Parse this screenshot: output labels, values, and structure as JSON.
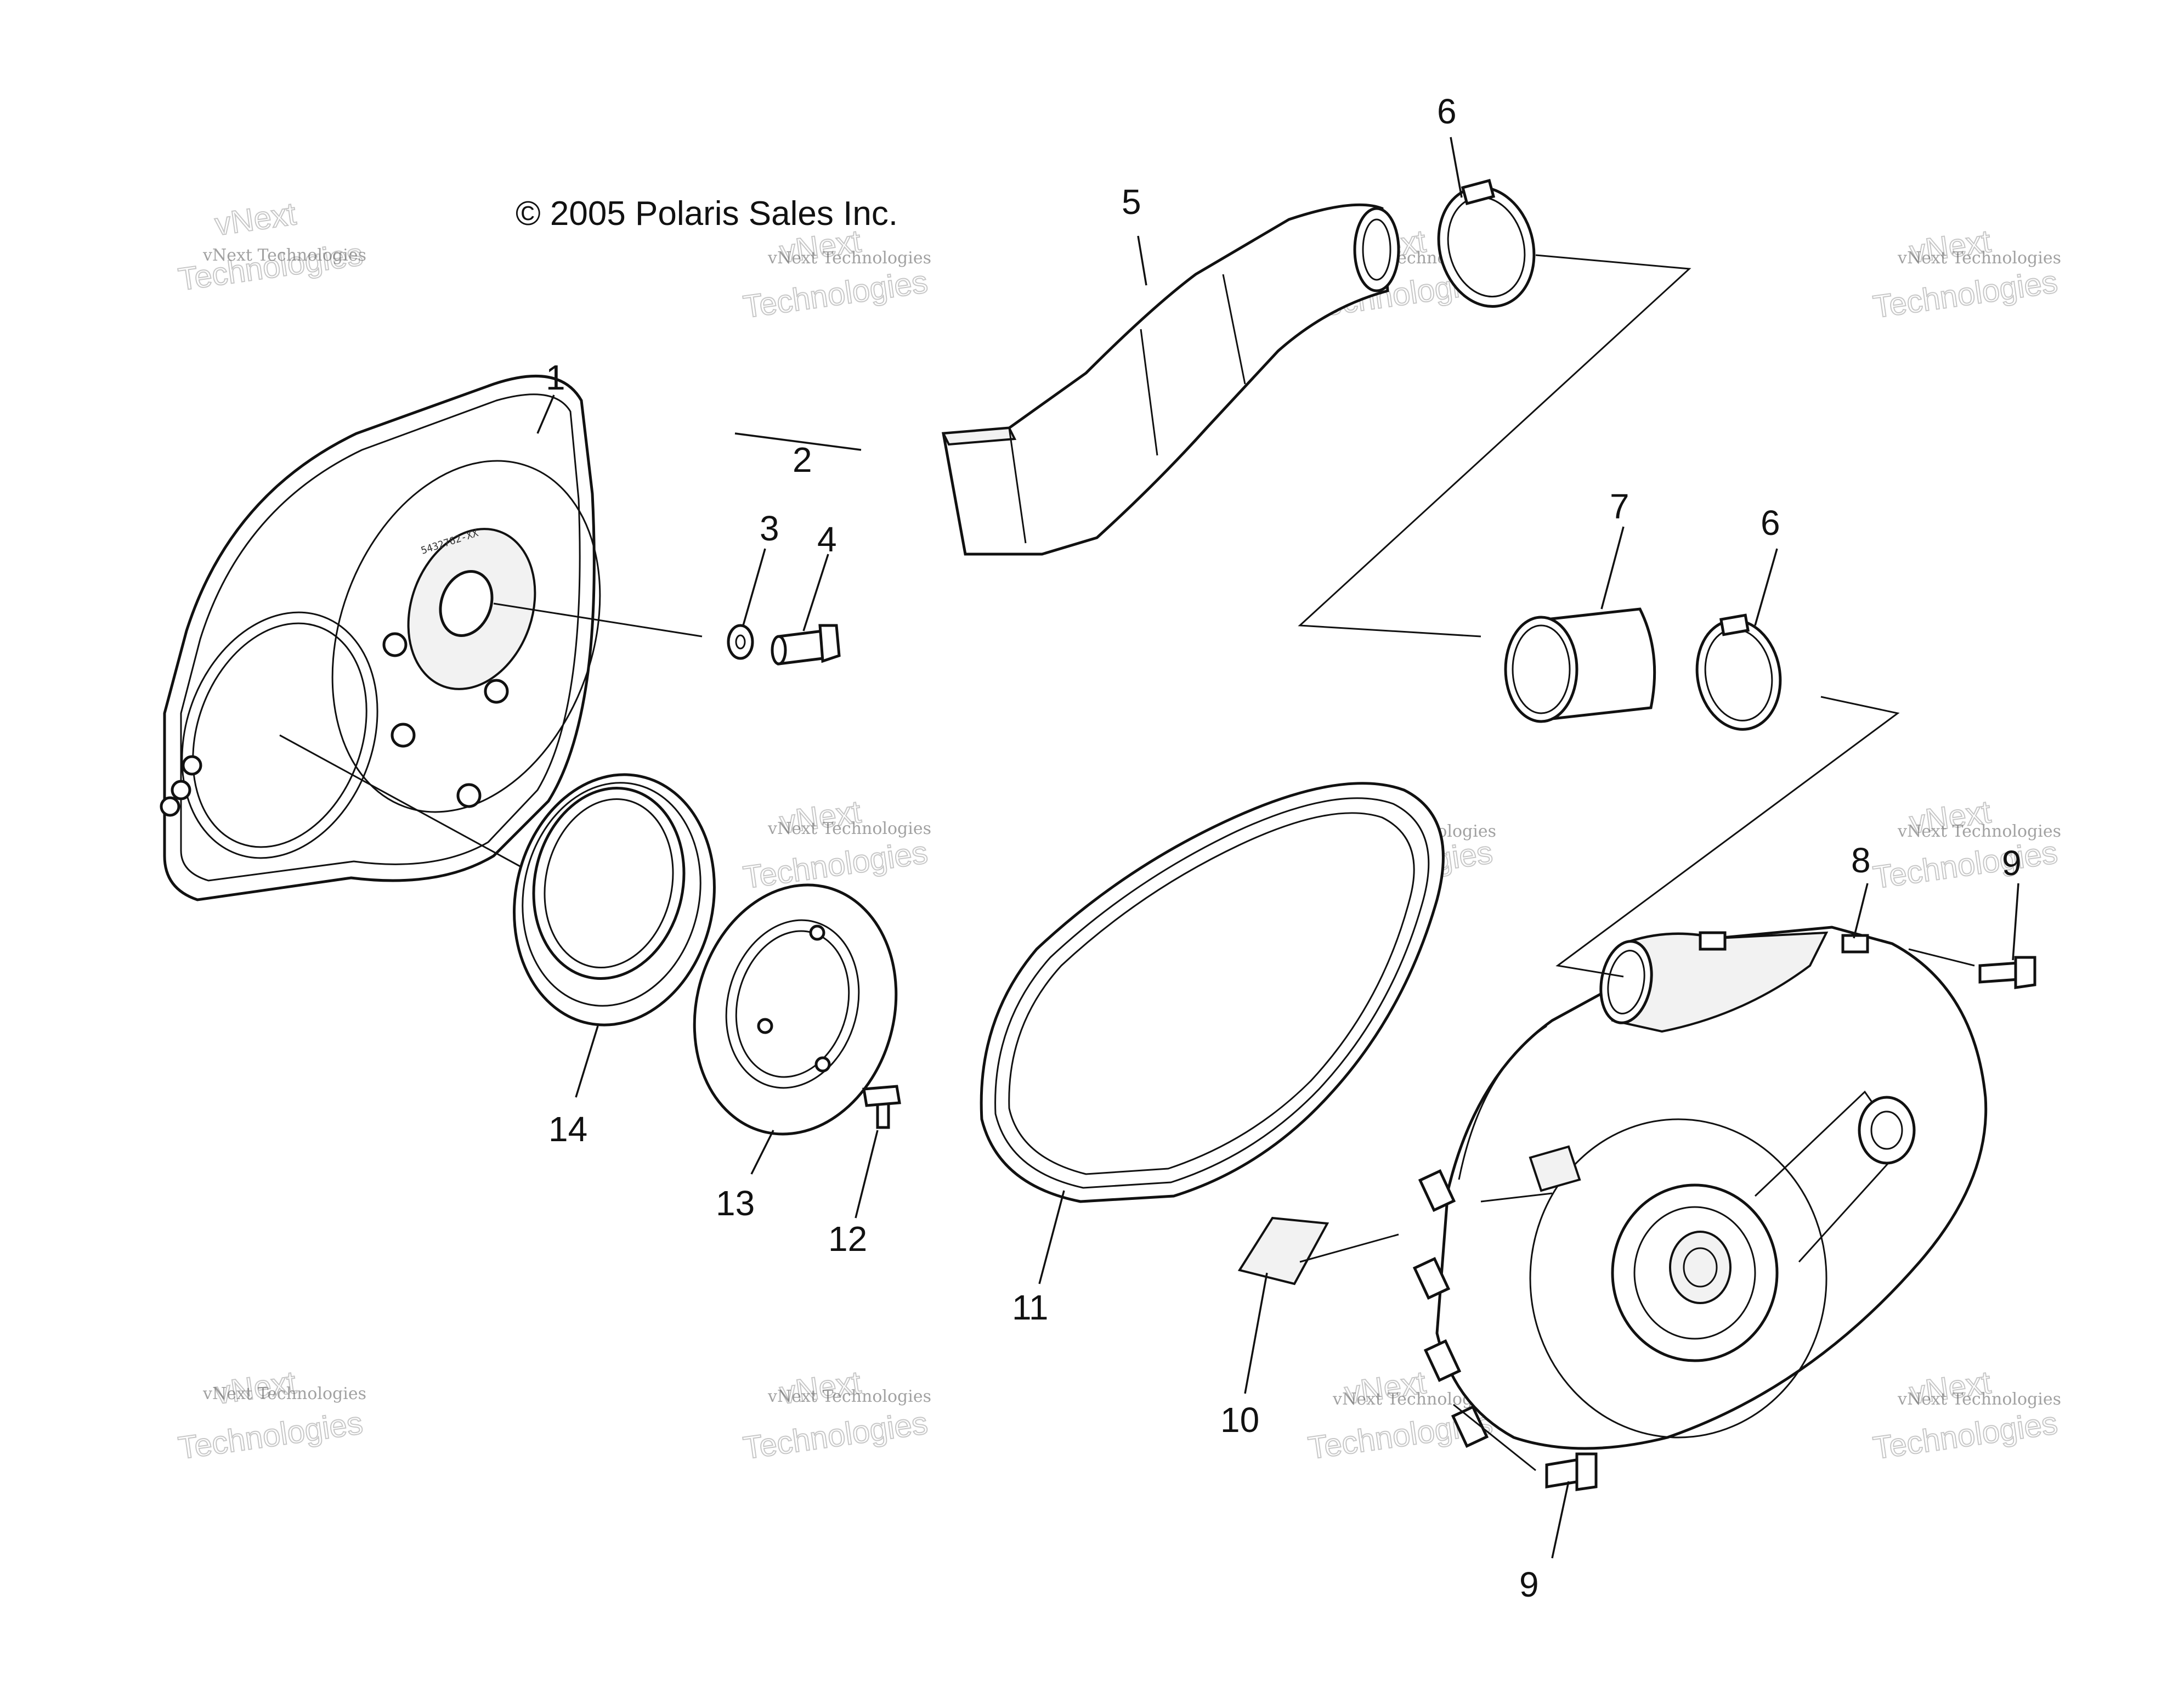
{
  "copyright": "© 2005 Polaris Sales Inc.",
  "watermark": {
    "small": "vNext Technologies",
    "big_top": "vNext",
    "big_bottom": "Technologies"
  },
  "part_stamp": "5432762-XX",
  "callouts": [
    "1",
    "2",
    "3",
    "4",
    "5",
    "6",
    "6",
    "7",
    "8",
    "9",
    "9",
    "10",
    "11",
    "12",
    "13",
    "14"
  ]
}
